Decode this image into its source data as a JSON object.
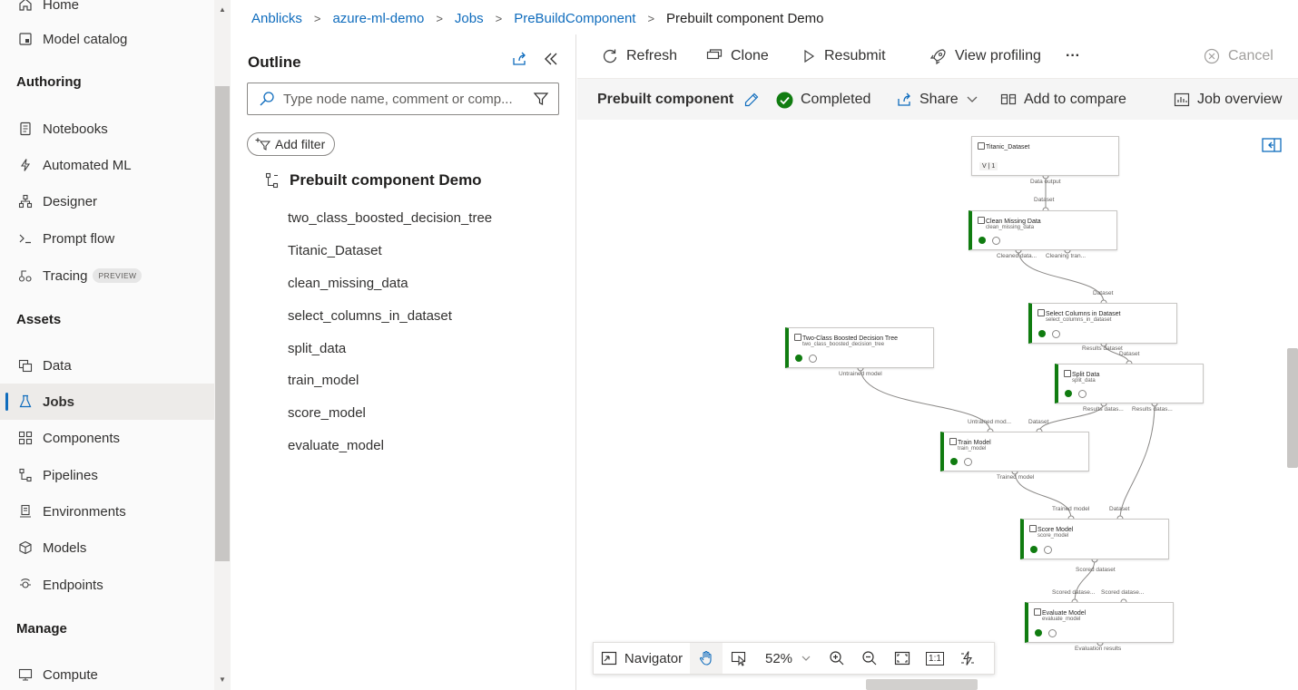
{
  "nav": {
    "items_top": [
      {
        "label": "Home",
        "icon": "home-icon"
      },
      {
        "label": "Model catalog",
        "icon": "catalog-icon"
      }
    ],
    "sections": [
      {
        "title": "Authoring"
      },
      {
        "title": "Assets"
      },
      {
        "title": "Manage"
      }
    ],
    "authoring": [
      {
        "label": "Notebooks",
        "icon": "notebook-icon"
      },
      {
        "label": "Automated ML",
        "icon": "automl-icon"
      },
      {
        "label": "Designer",
        "icon": "designer-icon"
      },
      {
        "label": "Prompt flow",
        "icon": "prompt-icon"
      },
      {
        "label": "Tracing",
        "icon": "tracing-icon",
        "badge": "PREVIEW"
      }
    ],
    "assets": [
      {
        "label": "Data",
        "icon": "data-icon"
      },
      {
        "label": "Jobs",
        "icon": "flask-icon",
        "active": true
      },
      {
        "label": "Components",
        "icon": "components-icon"
      },
      {
        "label": "Pipelines",
        "icon": "pipeline-icon"
      },
      {
        "label": "Environments",
        "icon": "environment-icon"
      },
      {
        "label": "Models",
        "icon": "cube-icon"
      },
      {
        "label": "Endpoints",
        "icon": "endpoint-icon"
      }
    ],
    "manage": [
      {
        "label": "Compute",
        "icon": "compute-icon"
      }
    ]
  },
  "breadcrumb": {
    "links": [
      "Anblicks",
      "azure-ml-demo",
      "Jobs",
      "PreBuildComponent"
    ],
    "current": "Prebuilt component Demo"
  },
  "outline": {
    "title": "Outline",
    "search_placeholder": "Type node name, comment or comp...",
    "add_filter": "Add filter",
    "root": "Prebuilt component Demo",
    "items": [
      "two_class_boosted_decision_tree",
      "Titanic_Dataset",
      "clean_missing_data",
      "select_columns_in_dataset",
      "split_data",
      "train_model",
      "score_model",
      "evaluate_model"
    ]
  },
  "toolbar": {
    "refresh": "Refresh",
    "clone": "Clone",
    "resubmit": "Resubmit",
    "view_profiling": "View profiling",
    "more": "···",
    "cancel": "Cancel"
  },
  "subbar": {
    "job_name": "Prebuilt component",
    "status": "Completed",
    "share": "Share",
    "add_to_compare": "Add to compare",
    "job_overview": "Job overview"
  },
  "graph": {
    "nodes": [
      {
        "id": "titanic",
        "title": "Titanic_Dataset",
        "subtitle": "",
        "version": "V | 1",
        "dataset": true
      },
      {
        "id": "clean",
        "title": "Clean Missing Data",
        "subtitle": "clean_missing_data"
      },
      {
        "id": "select",
        "title": "Select Columns in Dataset",
        "subtitle": "select_columns_in_dataset"
      },
      {
        "id": "boosted",
        "title": "Two-Class Boosted Decision Tree",
        "subtitle": "two_class_boosted_decision_tree"
      },
      {
        "id": "split",
        "title": "Split Data",
        "subtitle": "split_data"
      },
      {
        "id": "train",
        "title": "Train Model",
        "subtitle": "train_model"
      },
      {
        "id": "score",
        "title": "Score Model",
        "subtitle": "score_model"
      },
      {
        "id": "evaluate",
        "title": "Evaluate Model",
        "subtitle": "evaluate_model"
      }
    ],
    "port_labels": {
      "titanic_out": "Data output",
      "clean_in": "Dataset",
      "clean_out1": "Cleaned data...",
      "clean_out2": "Cleaning tran...",
      "select_in": "Dataset",
      "select_out": "Results dataset",
      "split_in": "Dataset",
      "boosted_out": "Untrained model",
      "split_out1": "Results datas...",
      "split_out2": "Results datas...",
      "train_in1": "Untrained mod...",
      "train_in2": "Dataset",
      "train_out": "Trained model",
      "score_in1": "Trained model",
      "score_in2": "Dataset",
      "score_out": "Scored dataset",
      "eval_in1": "Scored datase...",
      "eval_in2": "Scored datase...",
      "eval_out": "Evaluation results"
    }
  },
  "navigator": {
    "label": "Navigator",
    "zoom": "52%",
    "fit": "1:1"
  },
  "colors": {
    "accent": "#0f6cbd",
    "success": "#107c10"
  }
}
